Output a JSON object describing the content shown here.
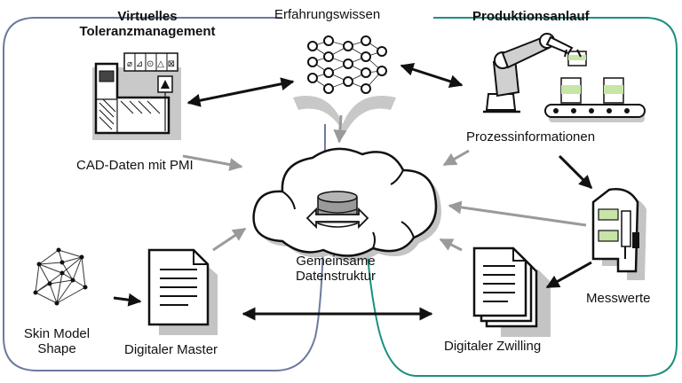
{
  "sections": {
    "left": {
      "title_line1": "Virtuelles",
      "title_line2": "Toleranzmanagement",
      "border_color": "#6b7a9e"
    },
    "right": {
      "title": "Produktionsanlauf",
      "border_color": "#1a9080"
    }
  },
  "nodes": {
    "experience": {
      "label": "Erfahrungswissen"
    },
    "cad": {
      "label": "CAD-Daten mit PMI"
    },
    "process": {
      "label": "Prozessinformationen"
    },
    "data_structure": {
      "label_line1": "Gemeinsame",
      "label_line2": "Datenstruktur"
    },
    "skin_model": {
      "label_line1": "Skin Model",
      "label_line2": "Shape"
    },
    "digital_master": {
      "label": "Digitaler Master"
    },
    "digital_twin": {
      "label": "Digitaler Zwilling"
    },
    "measurements": {
      "label": "Messwerte"
    }
  },
  "cad_drawing": {
    "tolerance_frame_text": "⌀⊿⊙△⊠"
  },
  "colors": {
    "arrow_dark": "#111111",
    "arrow_gray": "#999999",
    "green": "#c7e5a6",
    "shadow": "#bdbdbd"
  },
  "icons": [
    "neural-network-icon",
    "robot-arm-icon",
    "cloud-icon",
    "database-icon",
    "cad-drawing-icon",
    "mesh-icon",
    "document-icon",
    "document-stack-icon",
    "measuring-machine-icon"
  ]
}
